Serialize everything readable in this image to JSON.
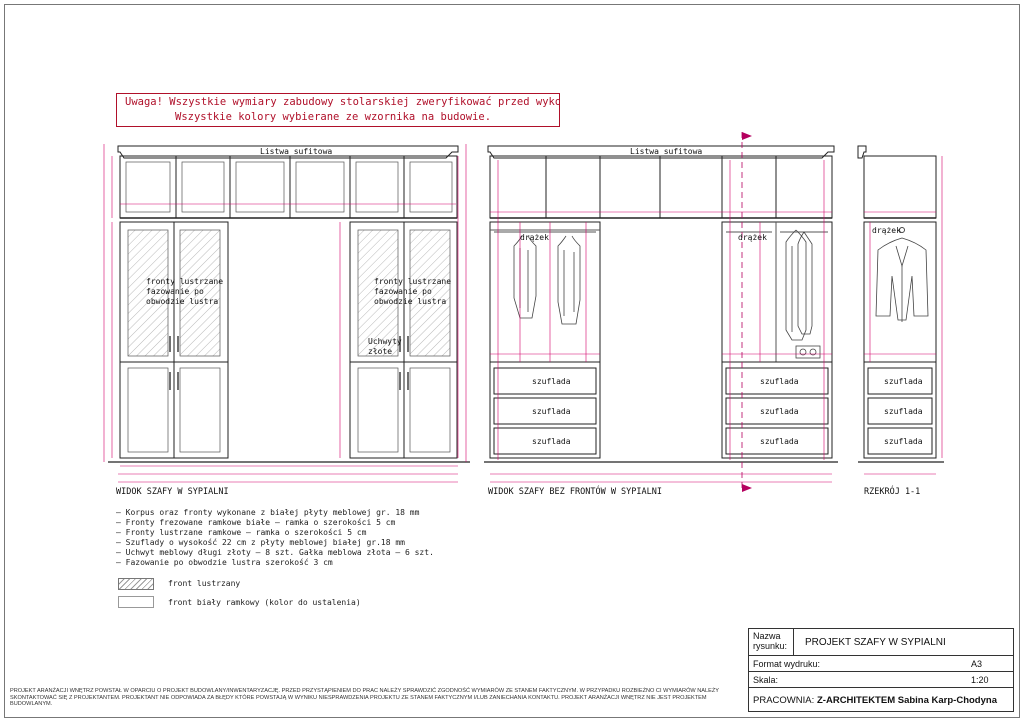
{
  "warning": {
    "line1": "Uwaga! Wszystkie wymiary zabudowy stolarskiej zweryfikować przed wykonaniem na budowie",
    "line2": "Wszystkie kolory wybierane ze wzornika na budowie.",
    "color": "#b0102a"
  },
  "views": {
    "front": {
      "caption": "WIDOK SZAFY W SYPIALNI",
      "ceiling_strip": "Listwa sufitowa",
      "mirror_fronts_note": [
        "fronty lustrzane",
        "fazowanie po",
        "obwodzie lustra"
      ],
      "handles_note": [
        "Uchwyty",
        "złote"
      ]
    },
    "interior": {
      "caption": "WIDOK SZAFY BEZ FRONTÓW W SYPIALNI",
      "ceiling_strip": "Listwa sufitowa",
      "rod_label": "drążek",
      "drawer_label": "szuflada"
    },
    "section": {
      "caption": "RZEKRÓJ 1-1",
      "rod_label": "drążek",
      "drawer_label": "szuflada"
    }
  },
  "notes": [
    "– Korpus oraz fronty wykonane z białej płyty meblowej gr. 18 mm",
    "– Fronty frezowane ramkowe białe – ramka o szerokości 5 cm",
    "– Fronty lustrzane ramkowe – ramka o szerokości 5 cm",
    "– Szuflady o wysokość 22 cm z płyty meblowej białej gr.18 mm",
    "– Uchwyt meblowy długi złoty – 8 szt. Gałka meblowa złota – 6 szt.",
    "– Fazowanie po obwodzie lustra szerokość 3 cm"
  ],
  "legend": [
    {
      "label": "front lustrzany"
    },
    {
      "label": "front biały ramkowy (kolor do ustalenia)"
    }
  ],
  "title_block": {
    "name_label_1": "Nazwa",
    "name_label_2": "rysunku:",
    "name_value": "PROJEKT SZAFY W SYPIALNI",
    "format_label": "Format wydruku:",
    "format_value": "A3",
    "scale_label": "Skala:",
    "scale_value": "1:20",
    "studio_label": "PRACOWNIA:",
    "studio_value": "Z-ARCHITEKTEM Sabina Karp-Chodyna"
  },
  "disclaimer": "PROJEKT ARANŻACJI WNĘTRZ POWSTAŁ W OPARCIU O PROJEKT BUDOWLANY/INWENTARYZACJĘ. PRZED PRZYSTĄPIENIEM DO PRAC NALEŻY SPRAWDZIĆ ZGODNOŚĆ WYMIARÓW ZE STANEM FAKTYCZNYM. W PRZYPADKU ROZBIEŻNO CI WYMIARÓW NALEŻY SKONTAKTOWAĆ SIĘ Z PROJEKTANTEM. PROJEKTANT NIE ODPOWIADA ZA BŁĘDY KTÓRE POWSTAJĄ W WYNIKU NIESPRAWDZENIA PROJEKTU ZE STANEM FAKTYCZNYM I/LUB ZANIECHANIA KONTAKTU. PROJEKT ARANŻACJI WNĘTRZ NIE JEST PROJEKTEM BUDOWLANYM.",
  "colors": {
    "dimension": "#d4006a",
    "line": "#222222",
    "marker": "#b5005f"
  }
}
